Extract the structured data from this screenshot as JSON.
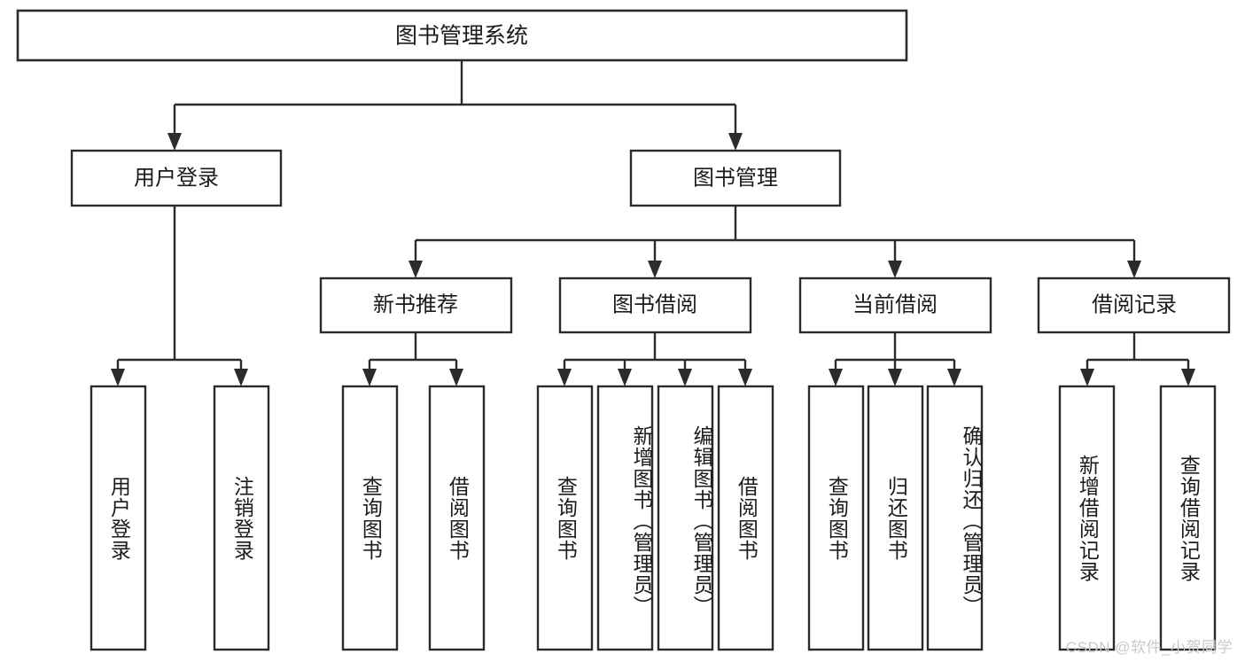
{
  "diagram": {
    "type": "tree",
    "title": "图书管理系统",
    "orientation": "top-down",
    "colors": {
      "box_stroke": "#2b2b2b",
      "box_fill": "#ffffff",
      "text": "#1b1b1b",
      "watermark": "#c9c9c9",
      "background": "#ffffff"
    },
    "root": {
      "label": "图书管理系统"
    },
    "level1": [
      {
        "id": "user-login",
        "label": "用户登录"
      },
      {
        "id": "book-management",
        "label": "图书管理"
      }
    ],
    "level2": [
      {
        "id": "new-book-recommend",
        "label": "新书推荐",
        "parent": "book-management"
      },
      {
        "id": "book-borrow",
        "label": "图书借阅",
        "parent": "book-management"
      },
      {
        "id": "current-borrow",
        "label": "当前借阅",
        "parent": "book-management"
      },
      {
        "id": "borrow-record",
        "label": "借阅记录",
        "parent": "book-management"
      }
    ],
    "leaves": {
      "user-login": [
        {
          "id": "leaf-user-login",
          "label": "用户登录"
        },
        {
          "id": "leaf-user-logout",
          "label": "注销登录"
        }
      ],
      "new-book-recommend": [
        {
          "id": "leaf-query-book-1",
          "label": "查询图书"
        },
        {
          "id": "leaf-borrow-book-1",
          "label": "借阅图书"
        }
      ],
      "book-borrow": [
        {
          "id": "leaf-query-book-2",
          "label": "查询图书"
        },
        {
          "id": "leaf-add-book",
          "label": "新增图书（管理员）"
        },
        {
          "id": "leaf-edit-book",
          "label": "编辑图书（管理员）"
        },
        {
          "id": "leaf-borrow-book-2",
          "label": "借阅图书"
        }
      ],
      "current-borrow": [
        {
          "id": "leaf-query-book-3",
          "label": "查询图书"
        },
        {
          "id": "leaf-return-book",
          "label": "归还图书"
        },
        {
          "id": "leaf-confirm-return",
          "label": "确认归还（管理员）"
        }
      ],
      "borrow-record": [
        {
          "id": "leaf-add-record",
          "label": "新增借阅记录"
        },
        {
          "id": "leaf-query-record",
          "label": "查询借阅记录"
        }
      ]
    }
  },
  "watermark": {
    "text": "CSDN @软件_小贺同学"
  }
}
